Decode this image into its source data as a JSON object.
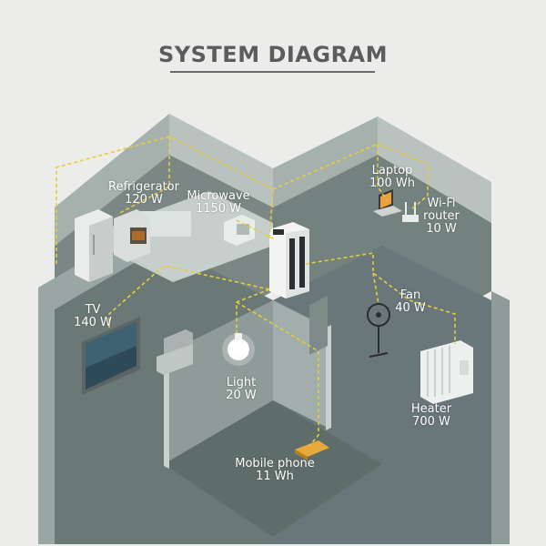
{
  "title": "SYSTEM DIAGRAM",
  "colors": {
    "background": "#ececea",
    "floor": "#6d7b78",
    "wall": "#a2aeab",
    "wire": "#e8cc3a",
    "label": "#ffffff"
  },
  "devices": [
    {
      "id": "refrigerator",
      "name": "Refrigerator",
      "power": "120 W",
      "icon": "refrigerator-icon"
    },
    {
      "id": "microwave",
      "name": "Microwave",
      "power": "1150 W",
      "icon": "microwave-icon"
    },
    {
      "id": "laptop",
      "name": "Laptop",
      "power": "100 Wh",
      "icon": "laptop-icon"
    },
    {
      "id": "wifi",
      "name": "Wi-Fi router",
      "power": "10 W",
      "icon": "wifi-router-icon"
    },
    {
      "id": "tv",
      "name": "TV",
      "power": "140 W",
      "icon": "tv-icon"
    },
    {
      "id": "fan",
      "name": "Fan",
      "power": "40 W",
      "icon": "fan-icon"
    },
    {
      "id": "light",
      "name": "Light",
      "power": "20 W",
      "icon": "light-bulb-icon"
    },
    {
      "id": "heater",
      "name": "Heater",
      "power": "700 W",
      "icon": "heater-icon"
    },
    {
      "id": "phone",
      "name": "Mobile phone",
      "power": "11 Wh",
      "icon": "mobile-phone-icon"
    }
  ],
  "labels": {
    "refrigerator": {
      "name": "Refrigerator",
      "power": "120 W"
    },
    "microwave": {
      "name": "Microwave",
      "power": "1150 W"
    },
    "laptop": {
      "name": "Laptop",
      "power": "100 Wh"
    },
    "wifi": {
      "line1": "Wi-Fi",
      "line2": "router",
      "power": "10 W"
    },
    "tv": {
      "name": "TV",
      "power": "140 W"
    },
    "fan": {
      "name": "Fan",
      "power": "40 W"
    },
    "light": {
      "name": "Light",
      "power": "20 W"
    },
    "heater": {
      "name": "Heater",
      "power": "700 W"
    },
    "phone": {
      "name": "Mobile phone",
      "power": "11 Wh"
    }
  }
}
